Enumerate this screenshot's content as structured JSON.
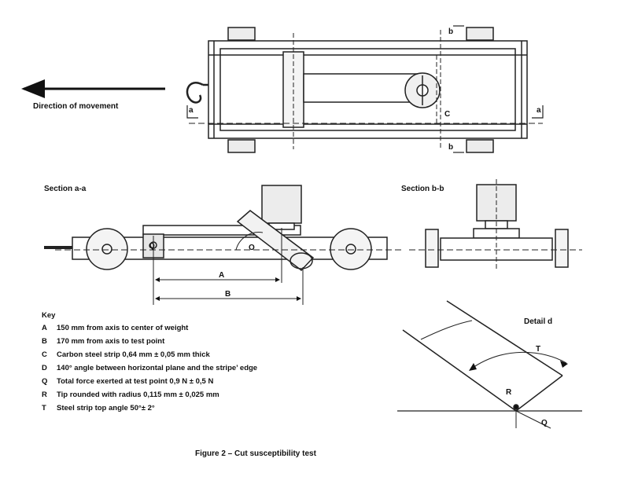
{
  "figure": {
    "direction_label": "Direction of movement",
    "section_aa_title": "Section a-a",
    "section_bb_title": "Section b-b",
    "detail_title": "Detail d",
    "caption": "Figure 2 – Cut susceptibility test"
  },
  "top_view": {
    "section_mark_a": "a",
    "section_mark_b": "b",
    "section_mark_c": "C"
  },
  "section_aa": {
    "dim_a": "A",
    "dim_b": "B",
    "point_q": "Q",
    "angle_o": "O"
  },
  "detail": {
    "label_t": "T",
    "label_r": "R",
    "label_q": "Q"
  },
  "key": {
    "title": "Key",
    "items": [
      {
        "sym": "A",
        "text": "150 mm from axis to center of weight"
      },
      {
        "sym": "B",
        "text": "170 mm from axis to test point"
      },
      {
        "sym": "C",
        "text": "Carbon steel strip 0,64 mm ± 0,05 mm thick"
      },
      {
        "sym": "D",
        "text": "140° angle between horizontal plane and the stripe’ edge"
      },
      {
        "sym": "Q",
        "text": "Total force exerted at test point 0,9 N ± 0,5 N"
      },
      {
        "sym": "R",
        "text": "Tip rounded with radius 0,115 mm ± 0,025 mm"
      },
      {
        "sym": "T",
        "text": "Steel strip top angle 50°± 2°"
      }
    ]
  }
}
